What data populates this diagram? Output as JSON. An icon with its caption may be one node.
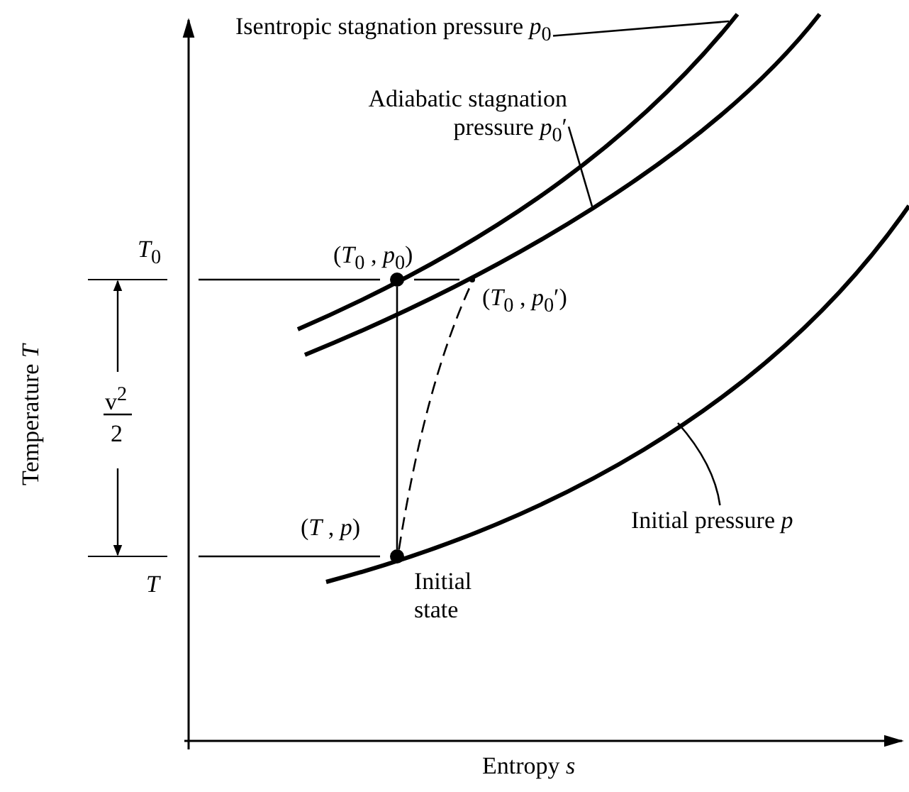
{
  "diagram": {
    "nodes": [
      {
        "text": [
          "Isentropic stagnation pressure *p*$_{0}$"
        ]
      },
      {
        "text": [
          "Adiabatic stagnation pressure *p*$_{0}$′"
        ]
      },
      {
        "text": [
          "Initial pressure *p*"
        ]
      },
      {
        "text": [],
        "shape": "circle",
        "beside": [
          "(*T*$_{0}$ , *p*$_{0}$)"
        ]
      },
      {
        "text": [],
        "shape": "point",
        "beside": [
          "(*T*$_{0}$ , *p*$_{0}$′)"
        ]
      },
      {
        "text": [],
        "shape": "circle",
        "beside": [
          "(*T* , *p*)",
          "Initial state"
        ]
      }
    ],
    "edges": [
      {
        "from": 0,
        "to": null,
        "arrow": "none"
      },
      {
        "from": 1,
        "to": null,
        "arrow": "none"
      },
      {
        "from": 2,
        "to": null,
        "arrow": "none"
      },
      {
        "from": 5,
        "to": 3,
        "arrow": "none"
      },
      {
        "from": 5,
        "to": 4,
        "arrow": "none",
        "style": "dashed"
      }
    ],
    "labels": [
      "*T*$_{0}$",
      "v$^{2}$",
      "2",
      "Temperature *T*",
      "*T*",
      "Entropy *s*"
    ]
  }
}
